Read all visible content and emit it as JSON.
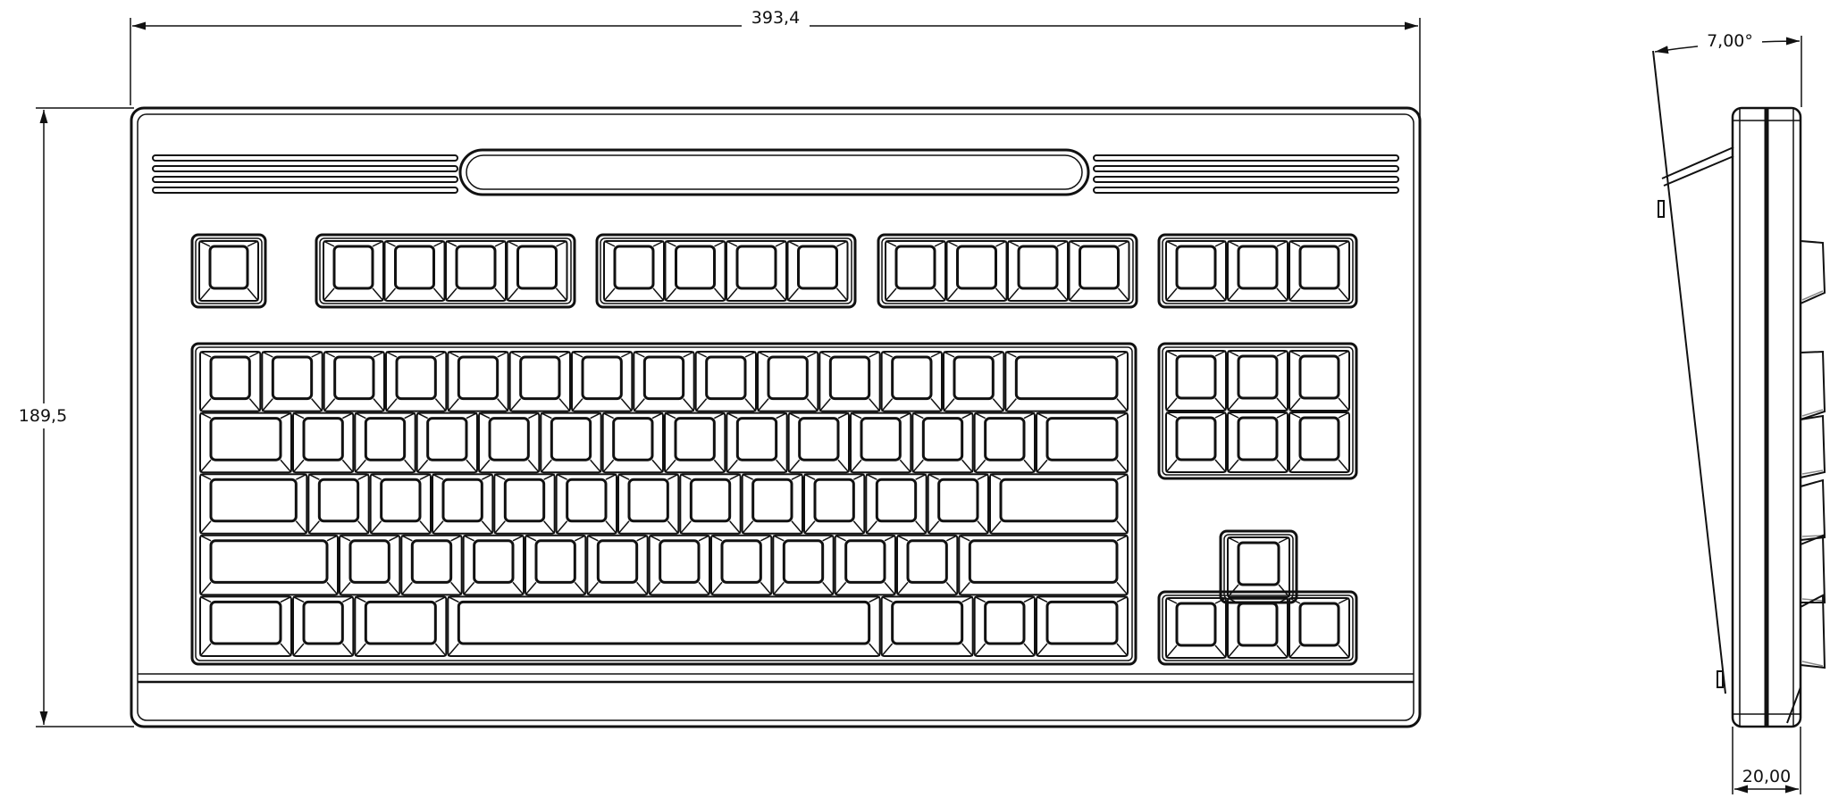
{
  "dimensions": {
    "width_label": "393,4",
    "height_label": "189,5",
    "tilt_label": "7,00°",
    "depth_label": "20,00"
  },
  "colors": {
    "line": "#111111",
    "background": "#ffffff",
    "shade": "#888888"
  }
}
